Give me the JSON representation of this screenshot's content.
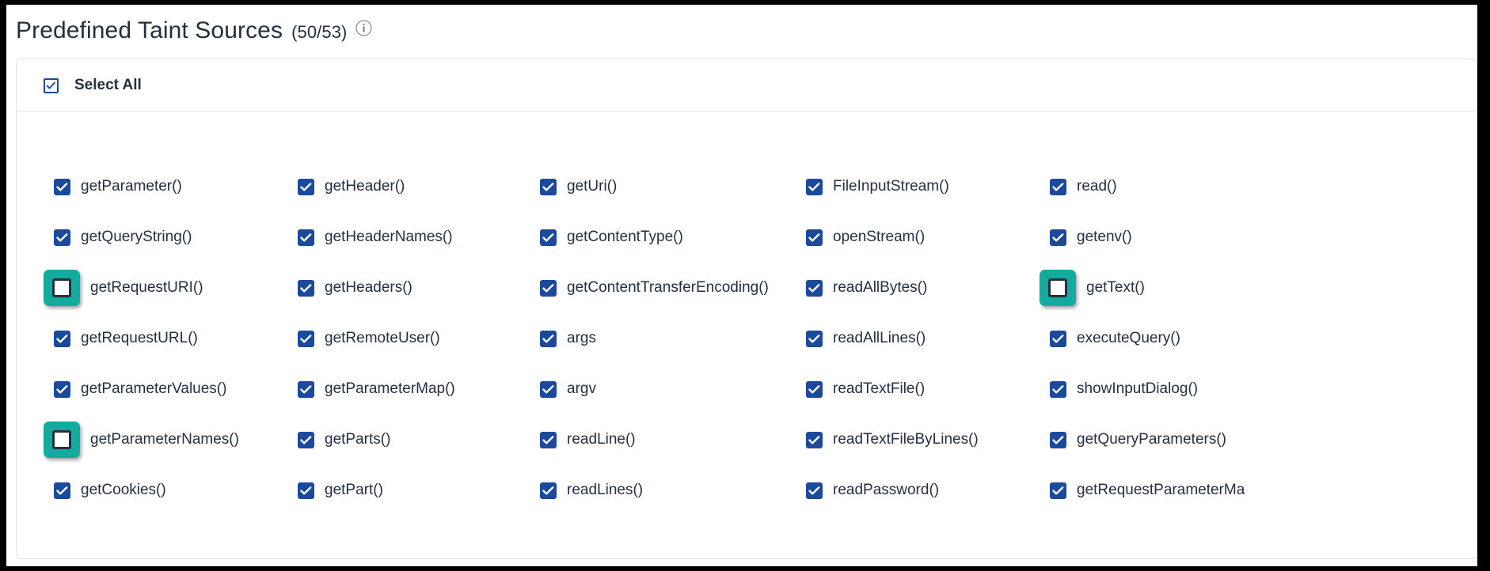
{
  "header": {
    "title": "Predefined Taint Sources",
    "count": "(50/53)",
    "info_icon": "info-icon"
  },
  "card": {
    "select_all_label": "Select All",
    "select_all_checked": true
  },
  "columns": [
    {
      "items": [
        {
          "label": "getParameter()",
          "checked": true,
          "highlighted": false
        },
        {
          "label": "getQueryString()",
          "checked": true,
          "highlighted": false
        },
        {
          "label": "getRequestURI()",
          "checked": false,
          "highlighted": true
        },
        {
          "label": "getRequestURL()",
          "checked": true,
          "highlighted": false
        },
        {
          "label": "getParameterValues()",
          "checked": true,
          "highlighted": false
        },
        {
          "label": "getParameterNames()",
          "checked": false,
          "highlighted": true
        },
        {
          "label": "getCookies()",
          "checked": true,
          "highlighted": false
        }
      ]
    },
    {
      "items": [
        {
          "label": "getHeader()",
          "checked": true,
          "highlighted": false
        },
        {
          "label": "getHeaderNames()",
          "checked": true,
          "highlighted": false
        },
        {
          "label": "getHeaders()",
          "checked": true,
          "highlighted": false
        },
        {
          "label": "getRemoteUser()",
          "checked": true,
          "highlighted": false
        },
        {
          "label": "getParameterMap()",
          "checked": true,
          "highlighted": false
        },
        {
          "label": "getParts()",
          "checked": true,
          "highlighted": false
        },
        {
          "label": "getPart()",
          "checked": true,
          "highlighted": false
        }
      ]
    },
    {
      "items": [
        {
          "label": "getUri()",
          "checked": true,
          "highlighted": false
        },
        {
          "label": "getContentType()",
          "checked": true,
          "highlighted": false
        },
        {
          "label": "getContentTransferEncoding()",
          "checked": true,
          "highlighted": false
        },
        {
          "label": "args",
          "checked": true,
          "highlighted": false
        },
        {
          "label": "argv",
          "checked": true,
          "highlighted": false
        },
        {
          "label": "readLine()",
          "checked": true,
          "highlighted": false
        },
        {
          "label": "readLines()",
          "checked": true,
          "highlighted": false
        }
      ]
    },
    {
      "items": [
        {
          "label": "FileInputStream()",
          "checked": true,
          "highlighted": false
        },
        {
          "label": "openStream()",
          "checked": true,
          "highlighted": false
        },
        {
          "label": "readAllBytes()",
          "checked": true,
          "highlighted": false
        },
        {
          "label": "readAllLines()",
          "checked": true,
          "highlighted": false
        },
        {
          "label": "readTextFile()",
          "checked": true,
          "highlighted": false
        },
        {
          "label": "readTextFileByLines()",
          "checked": true,
          "highlighted": false
        },
        {
          "label": "readPassword()",
          "checked": true,
          "highlighted": false
        }
      ]
    },
    {
      "items": [
        {
          "label": "read()",
          "checked": true,
          "highlighted": false
        },
        {
          "label": "getenv()",
          "checked": true,
          "highlighted": false
        },
        {
          "label": "getText()",
          "checked": false,
          "highlighted": true
        },
        {
          "label": "executeQuery()",
          "checked": true,
          "highlighted": false
        },
        {
          "label": "showInputDialog()",
          "checked": true,
          "highlighted": false
        },
        {
          "label": "getQueryParameters()",
          "checked": true,
          "highlighted": false
        },
        {
          "label": "getRequestParameterMa",
          "checked": true,
          "highlighted": false
        }
      ]
    }
  ],
  "colors": {
    "checked_fill": "#1b4a9c",
    "highlight_ring": "#13ab9e",
    "text": "#24303f",
    "card_border": "#dfe3e8",
    "page_background": "#ffffff",
    "frame": "#000000"
  },
  "layout": {
    "column_x": [
      47,
      355,
      661,
      997,
      1305
    ],
    "row_y": [
      161,
      225,
      289,
      353,
      417,
      481,
      545
    ]
  }
}
